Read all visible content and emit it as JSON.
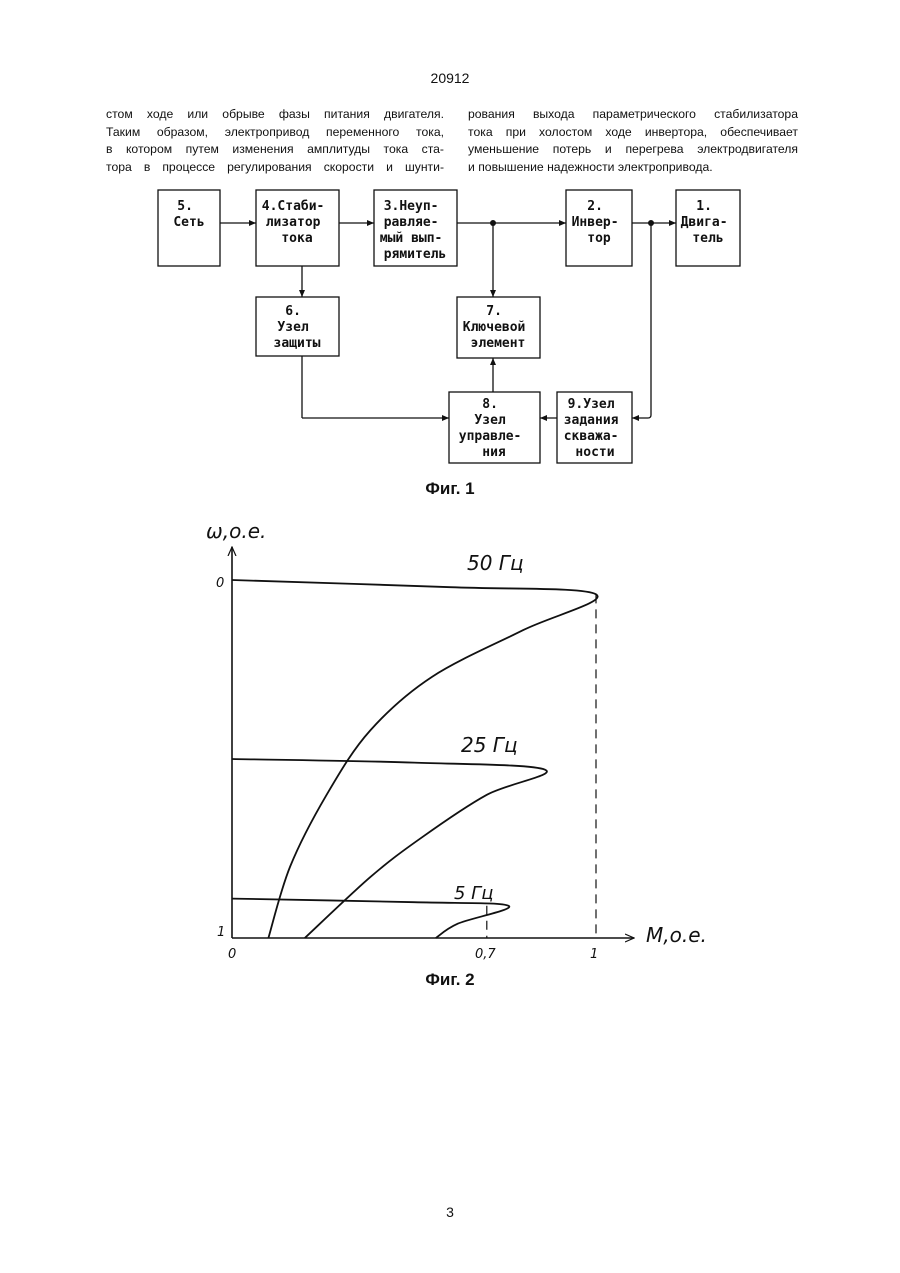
{
  "header": {
    "patent_number": "20912"
  },
  "body_text": {
    "left_column": [
      "стом ходе или обрыве фазы питания двигателя.",
      "Таким образом, электропривод переменного тока,",
      "в котором путем изменения амплитуды тока ста-",
      "тора в процессе регулирования скорости и шунти-"
    ],
    "right_column": [
      "рования выхода параметрического стабилизатора",
      "тока при холостом ходе инвертора, обеспечивает",
      "уменьшение потерь и перегрева электродвигателя",
      "и повышение надежности электропривода."
    ]
  },
  "fig1": {
    "caption": "Фиг. 1",
    "blocks": {
      "b5": [
        "5.",
        "Сеть"
      ],
      "b4": [
        "4.Стаби-",
        "лизатор",
        "тока"
      ],
      "b3": [
        "3.Неуп-",
        "равляе-",
        "мый вып-",
        "рямитель"
      ],
      "b2": [
        "2.",
        "Инвер-",
        "тор"
      ],
      "b1": [
        "1.",
        "Двига-",
        "тель"
      ],
      "b6": [
        "6.",
        "Узел",
        "защиты"
      ],
      "b7": [
        "7.",
        "Ключевой",
        "элемент"
      ],
      "b8": [
        "8.",
        "Узел",
        "управле-",
        "ния"
      ],
      "b9": [
        "9.Узел",
        "задания",
        "скважа-",
        "ности"
      ]
    }
  },
  "fig2": {
    "caption": "Фиг. 2",
    "y_axis_label": "ω,о.е.",
    "x_axis_label": "М,о.е.",
    "tick_labels": {
      "origin": "0",
      "x_07": "0,7",
      "x_1": "1",
      "y_top": "0",
      "y_bottom": "1"
    },
    "curve_labels": {
      "f50": "50 Гц",
      "f25": "25 Гц",
      "f5": "5 Гц"
    }
  },
  "chart_data": {
    "type": "line",
    "title": "",
    "xlabel": "М,о.е.",
    "ylabel": "ω,о.е.",
    "x_ticks": [
      "0",
      "0,7",
      "1"
    ],
    "y_ticks": [
      "0",
      "1"
    ],
    "series": [
      {
        "name": "50 Гц",
        "points": [
          [
            0,
            0
          ],
          [
            0.6,
            0.02
          ],
          [
            1.0,
            0.04
          ],
          [
            0.8,
            0.14
          ],
          [
            0.55,
            0.27
          ],
          [
            0.38,
            0.42
          ],
          [
            0.26,
            0.6
          ],
          [
            0.16,
            0.8
          ],
          [
            0.1,
            1.0
          ]
        ]
      },
      {
        "name": "25 Гц",
        "points": [
          [
            0,
            0.5
          ],
          [
            0.5,
            0.51
          ],
          [
            0.86,
            0.53
          ],
          [
            0.7,
            0.6
          ],
          [
            0.52,
            0.72
          ],
          [
            0.38,
            0.83
          ],
          [
            0.2,
            1.0
          ]
        ]
      },
      {
        "name": "5 Гц",
        "points": [
          [
            0,
            0.89
          ],
          [
            0.5,
            0.9
          ],
          [
            0.76,
            0.91
          ],
          [
            0.62,
            0.96
          ],
          [
            0.56,
            1.0
          ]
        ]
      }
    ],
    "reference_lines": [
      {
        "x": 1.0
      },
      {
        "x": 0.7
      }
    ],
    "grid": false
  },
  "footer": {
    "page_number": "3"
  }
}
